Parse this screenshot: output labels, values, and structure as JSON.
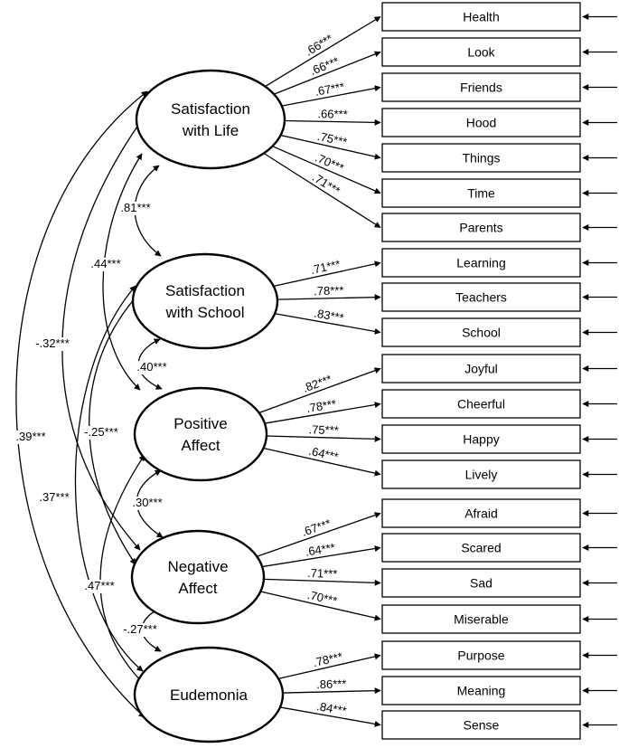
{
  "latents": [
    {
      "id": "swl",
      "lines": [
        "Satisfaction",
        "with Life"
      ]
    },
    {
      "id": "sws",
      "lines": [
        "Satisfaction",
        "with School"
      ]
    },
    {
      "id": "pa",
      "lines": [
        "Positive",
        "Affect"
      ]
    },
    {
      "id": "na",
      "lines": [
        "Negative",
        "Affect"
      ]
    },
    {
      "id": "eud",
      "lines": [
        "Eudemonia"
      ]
    }
  ],
  "indicators": [
    {
      "label": "Health",
      "latent": "swl",
      "loading": ".66***"
    },
    {
      "label": "Look",
      "latent": "swl",
      "loading": ".66***"
    },
    {
      "label": "Friends",
      "latent": "swl",
      "loading": ".67***"
    },
    {
      "label": "Hood",
      "latent": "swl",
      "loading": ".66***"
    },
    {
      "label": "Things",
      "latent": "swl",
      "loading": ".75***"
    },
    {
      "label": "Time",
      "latent": "swl",
      "loading": ".70***"
    },
    {
      "label": "Parents",
      "latent": "swl",
      "loading": ".71***"
    },
    {
      "label": "Learning",
      "latent": "sws",
      "loading": ".71***"
    },
    {
      "label": "Teachers",
      "latent": "sws",
      "loading": ".78***"
    },
    {
      "label": "School",
      "latent": "sws",
      "loading": ".83***"
    },
    {
      "label": "Joyful",
      "latent": "pa",
      "loading": ".82***"
    },
    {
      "label": "Cheerful",
      "latent": "pa",
      "loading": ".78***"
    },
    {
      "label": "Happy",
      "latent": "pa",
      "loading": ".75***"
    },
    {
      "label": "Lively",
      "latent": "pa",
      "loading": ".64***"
    },
    {
      "label": "Afraid",
      "latent": "na",
      "loading": ".67***"
    },
    {
      "label": "Scared",
      "latent": "na",
      "loading": ".64***"
    },
    {
      "label": "Sad",
      "latent": "na",
      "loading": ".71***"
    },
    {
      "label": "Miserable",
      "latent": "na",
      "loading": ".70***"
    },
    {
      "label": "Purpose",
      "latent": "eud",
      "loading": ".78***"
    },
    {
      "label": "Meaning",
      "latent": "eud",
      "loading": ".86***"
    },
    {
      "label": "Sense",
      "latent": "eud",
      "loading": ".84***"
    }
  ],
  "correlations": [
    {
      "from": "swl",
      "to": "sws",
      "value": ".81***"
    },
    {
      "from": "swl",
      "to": "pa",
      "value": ".44***"
    },
    {
      "from": "swl",
      "to": "na",
      "value": "-.32***"
    },
    {
      "from": "swl",
      "to": "eud",
      "value": ".39***"
    },
    {
      "from": "sws",
      "to": "pa",
      "value": ".40***"
    },
    {
      "from": "sws",
      "to": "na",
      "value": "-.25***"
    },
    {
      "from": "sws",
      "to": "eud",
      "value": ".37***"
    },
    {
      "from": "pa",
      "to": "na",
      "value": ".30***"
    },
    {
      "from": "pa",
      "to": "eud",
      "value": ".47***"
    },
    {
      "from": "na",
      "to": "eud",
      "value": "-.27***"
    }
  ]
}
